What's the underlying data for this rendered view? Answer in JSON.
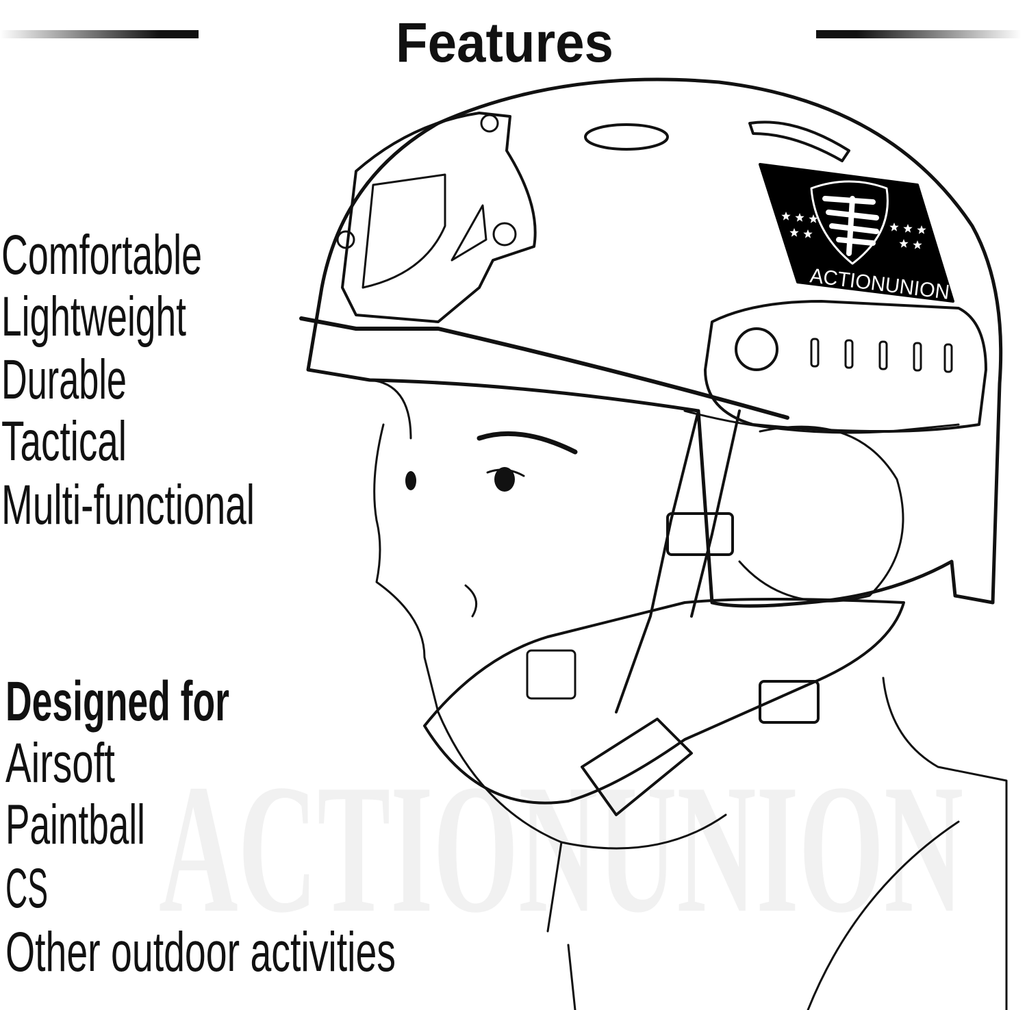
{
  "header": {
    "title": "Features"
  },
  "features": [
    "Comfortable",
    "Lightweight",
    "Durable",
    "Tactical",
    "Multi-functional"
  ],
  "designed_for": {
    "heading": "Designed for",
    "items": [
      "Airsoft",
      "Paintball",
      "CS",
      "Other outdoor activities"
    ]
  },
  "brand": {
    "patch_text": "ACTIONUNION",
    "watermark": "ACTIONUNION",
    "patch_color": "#000000"
  }
}
